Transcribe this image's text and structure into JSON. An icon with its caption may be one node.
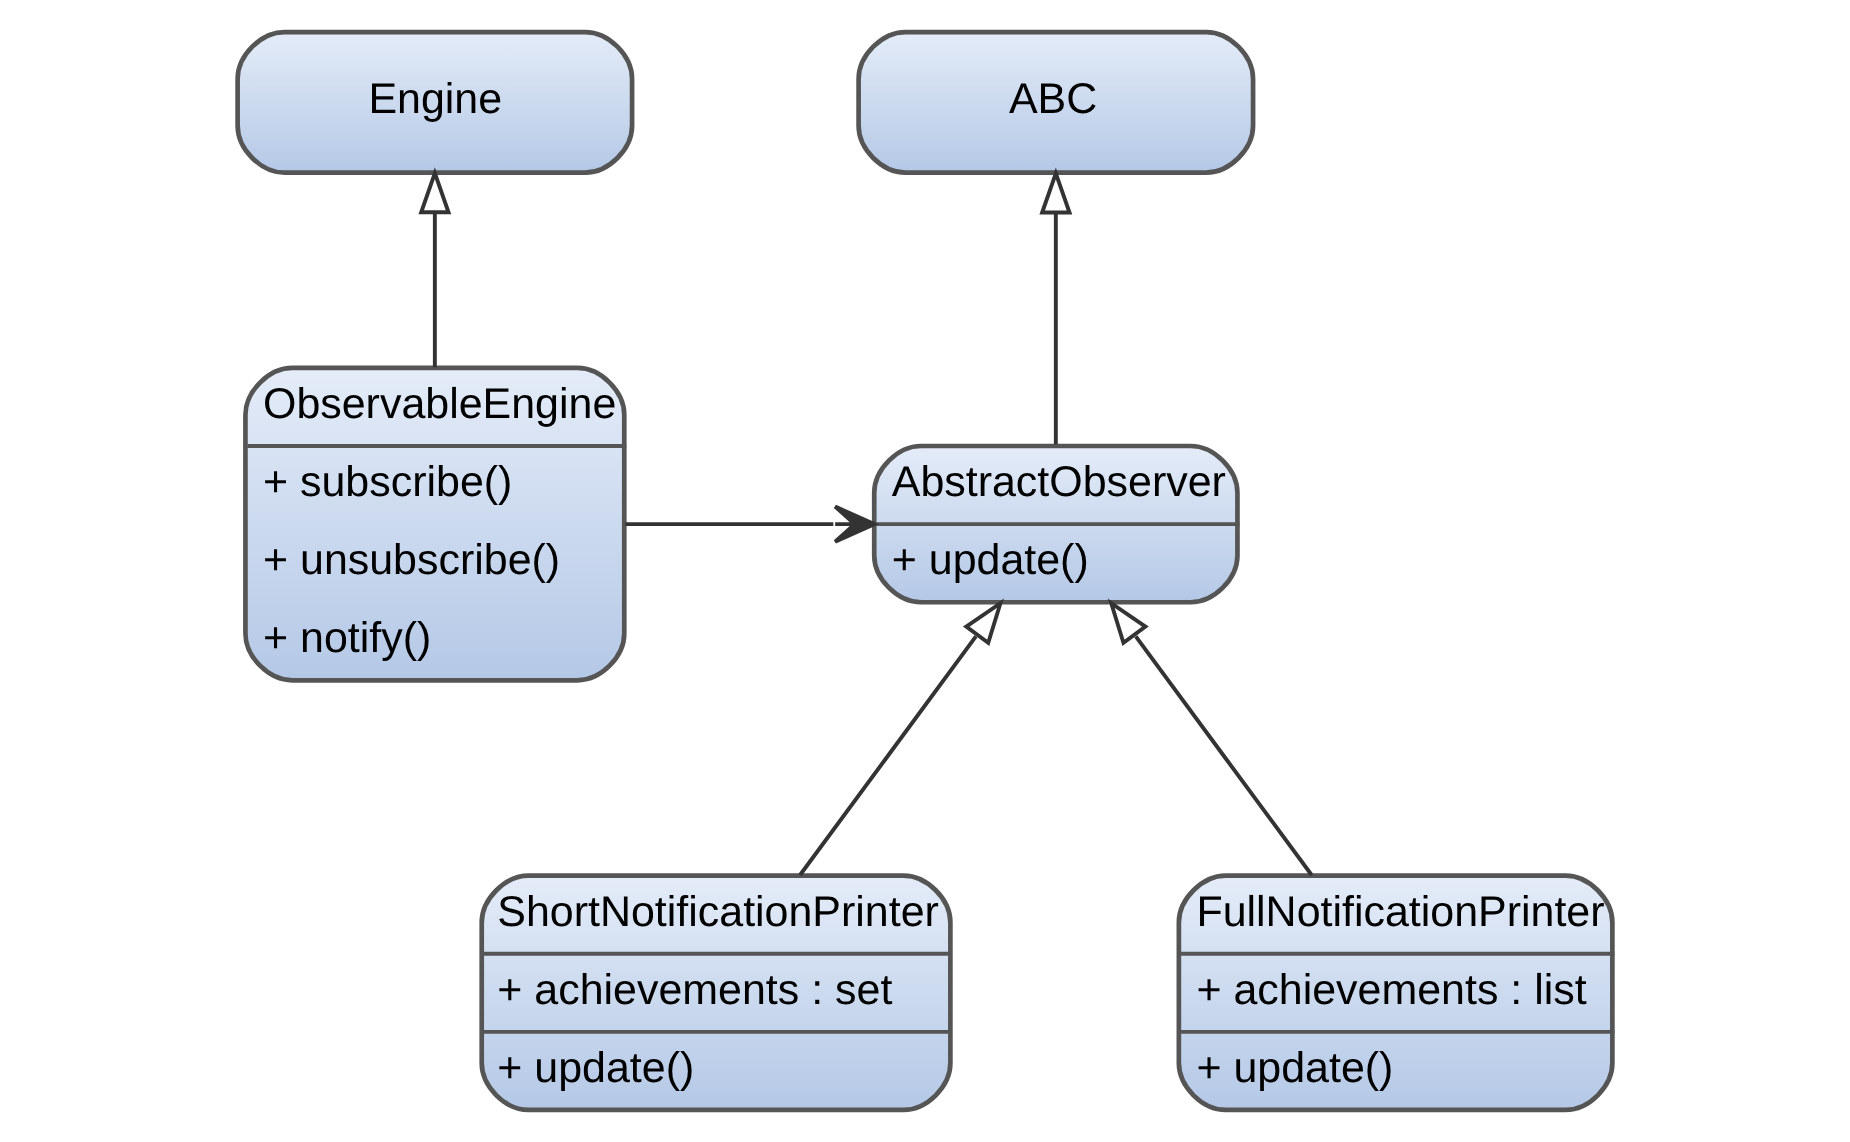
{
  "diagram": {
    "nodes": [
      {
        "text": [
          "Engine"
        ]
      },
      {
        "text": [
          "ABC"
        ]
      },
      {
        "text": [
          "ObservableEngine",
          "+ subscribe()",
          "+ unsubscribe()",
          "+ notify()"
        ]
      },
      {
        "text": [
          "AbstractObserver",
          "+ update()"
        ]
      },
      {
        "text": [
          "ShortNotificationPrinter",
          "+ achievements : set",
          "+ update()"
        ]
      },
      {
        "text": [
          "FullNotificationPrinter",
          "+ achievements : list",
          "+ update()"
        ]
      }
    ],
    "edges": [
      {
        "from": 2,
        "to": 0,
        "arrow": "to"
      },
      {
        "from": 3,
        "to": 1,
        "arrow": "to"
      },
      {
        "from": 2,
        "to": 3,
        "arrow": "to"
      },
      {
        "from": 4,
        "to": 3,
        "arrow": "to"
      },
      {
        "from": 5,
        "to": 3,
        "arrow": "to"
      }
    ]
  }
}
